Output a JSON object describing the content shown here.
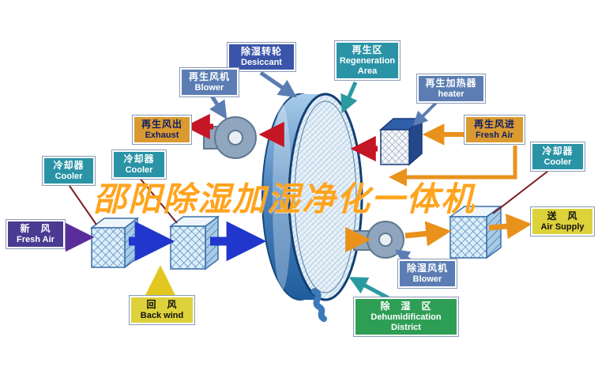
{
  "watermark": {
    "text": "邵阳除湿加湿净化一体机"
  },
  "labels": {
    "desiccant": {
      "zh": "除湿转轮",
      "en": "Desiccant"
    },
    "regeneration_area": {
      "zh": "再生区",
      "en": "Regeneration Area"
    },
    "regen_blower": {
      "zh": "再生风机",
      "en": "Blower"
    },
    "regen_heater": {
      "zh": "再生加热器",
      "en": "heater"
    },
    "exhaust": {
      "zh": "再生风出",
      "en": "Exhaust"
    },
    "regen_fresh_air": {
      "zh": "再生风进",
      "en": "Fresh Air"
    },
    "cooler_left": {
      "zh": "冷却器",
      "en": "Cooler"
    },
    "cooler_mid": {
      "zh": "冷却器",
      "en": "Cooler"
    },
    "cooler_right": {
      "zh": "冷却器",
      "en": "Cooler"
    },
    "fresh_air": {
      "zh": "新　风",
      "en": "Fresh Air"
    },
    "back_wind": {
      "zh": "回　风",
      "en": "Back wind"
    },
    "air_supply": {
      "zh": "送　风",
      "en": "Air Supply"
    },
    "dehumid_blower": {
      "zh": "除湿风机",
      "en": "Blower"
    },
    "dehumid_district": {
      "zh": "除　湿　区",
      "en": "Dehumidification District"
    }
  },
  "colors": {
    "watermark": "#ffa41e",
    "label_dark_blue": "#3a55a8",
    "label_blue": "#5b7db3",
    "label_teal": "#2a93a6",
    "label_orange": "#db9a30",
    "label_purple": "#4a3a92",
    "label_yellow": "#ddd23a",
    "label_green": "#2f9e55",
    "arrow_red": "#c41625",
    "arrow_blue": "#2036cc",
    "arrow_orange": "#e8921c",
    "arrow_yellow": "#e2c81e",
    "arrow_purple": "#5b2d9a",
    "arrow_teal": "#2a9aa0",
    "rotor_blue": "#2f6ca8"
  }
}
